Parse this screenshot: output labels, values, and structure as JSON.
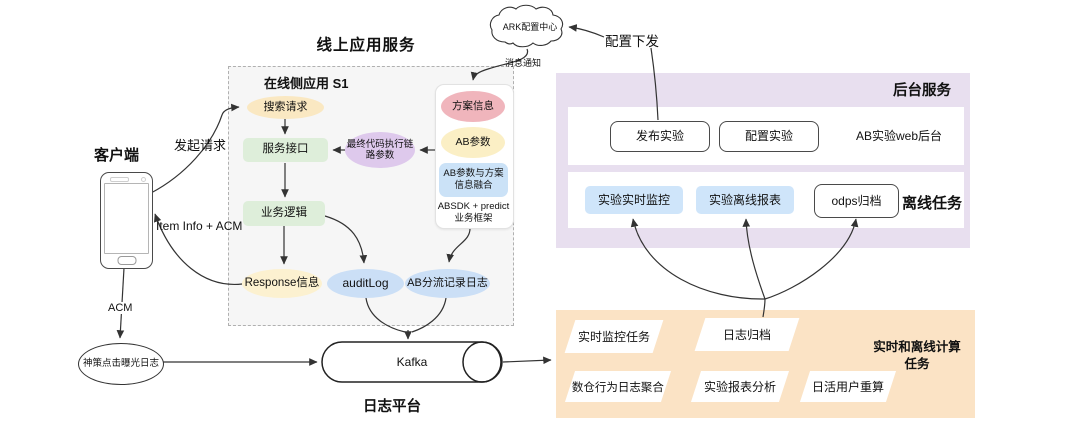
{
  "client": {
    "title": "客户端"
  },
  "online": {
    "title": "线上应用服务",
    "box_label": "在线侧应用  S1",
    "search_request": "搜索请求",
    "service_interface": "服务接口",
    "business_logic": "业务逻辑",
    "final_params": "最终代码执行链路参数",
    "response_info": "Response信息",
    "audit_log": "auditLog",
    "ab_split_log": "AB分流记录日志",
    "card": {
      "plan_info": "方案信息",
      "ab_params": "AB参数",
      "ab_merge": "AB参数与方案信息融合",
      "sdk_note": "ABSDK + predict业务框架"
    }
  },
  "ark": {
    "label": "ARK配置中心"
  },
  "labels": {
    "config_push": "配置下发",
    "message_notify": "消息通知",
    "initiate_request": "发起请求",
    "item_info_acm": "Item Info  +  ACM",
    "acm": "ACM",
    "sensors_log": "神策点击曝光日志"
  },
  "backend": {
    "title": "后台服务",
    "publish_exp": "发布实验",
    "config_exp": "配置实验",
    "web_backend": "AB实验web后台",
    "offline_label": "离线任务",
    "rt_monitor": "实验实时监控",
    "offline_report": "实验离线报表",
    "odps_archive": "odps归档"
  },
  "log_platform": {
    "kafka": "Kafka",
    "label": "日志平台"
  },
  "compute": {
    "label": "实时和离线计算任务",
    "tasks": [
      "实时监控任务",
      "日志归档",
      "数仓行为日志聚合",
      "实验报表分析",
      "日活用户重算"
    ]
  },
  "colors": {
    "backend_region": "#e8dfef",
    "compute_region": "#fbe3c5",
    "blue_node": "#cbdff6",
    "blue_task": "#cfe5fa",
    "green_node": "#deeeda",
    "yellow_node": "#fae8c2",
    "pale_yellow_node": "#fcf1d0",
    "pink_node": "#f0b5bc",
    "purple_node": "#dec9ec",
    "light_blue_card": "#cbe2f7",
    "online_region": "#f6f6f6"
  }
}
